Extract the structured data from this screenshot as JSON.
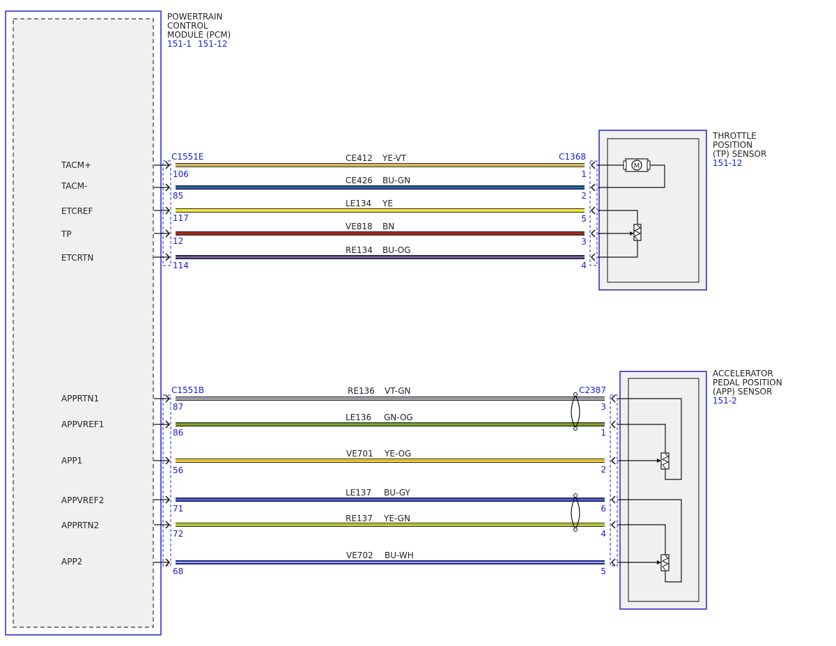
{
  "colors": {
    "border_blue": "#2222cc",
    "pin_blue": "#1a1ad6",
    "module_fill": "#f0f0f0",
    "wire_YE-VT": [
      "#f2e43c",
      "#a06ab0"
    ],
    "wire_BU-GN": [
      "#1b34d2",
      "#3aa23a"
    ],
    "wire_YE": [
      "#f4ea38"
    ],
    "wire_BN": [
      "#a02a22"
    ],
    "wire_BU-OG": [
      "#2632c4",
      "#e0882c"
    ],
    "wire_VT-GN": [
      "#c7a0d0",
      "#5aa85a"
    ],
    "wire_GN-OG": [
      "#4a9e2a",
      "#e48a2c"
    ],
    "wire_YE-OG": [
      "#f4e33a",
      "#ee9a2a"
    ],
    "wire_BU-GY": [
      "#1b2ed8",
      "#9a9aa6"
    ],
    "wire_YE-GN": [
      "#f4e33a",
      "#4aa03a"
    ],
    "wire_BU-WH": [
      "#1b2ed8",
      "#ffffff"
    ]
  },
  "pcm": {
    "title_lines": [
      "POWERTRAIN",
      "CONTROL",
      "MODULE (PCM)"
    ],
    "refs": [
      "151-1",
      "151-12"
    ]
  },
  "tp_sensor": {
    "title_lines": [
      "THROTTLE",
      "POSITION",
      "(TP) SENSOR"
    ],
    "ref": "151-12",
    "motor_label": "M"
  },
  "app_sensor": {
    "title_lines": [
      "ACCELERATOR",
      "PEDAL POSITION",
      "(APP) SENSOR"
    ],
    "ref": "151-2"
  },
  "group1": {
    "left_connector": "C1551E",
    "right_connector": "C1368",
    "wires": [
      {
        "signal": "TACM+",
        "circuit": "CE412",
        "color": "YE-VT",
        "pin_left": "106",
        "pin_right": "1"
      },
      {
        "signal": "TACM-",
        "circuit": "CE426",
        "color": "BU-GN",
        "pin_left": "85",
        "pin_right": "2"
      },
      {
        "signal": "ETCREF",
        "circuit": "LE134",
        "color": "YE",
        "pin_left": "117",
        "pin_right": "5"
      },
      {
        "signal": "TP",
        "circuit": "VE818",
        "color": "BN",
        "pin_left": "12",
        "pin_right": "3"
      },
      {
        "signal": "ETCRTN",
        "circuit": "RE134",
        "color": "BU-OG",
        "pin_left": "114",
        "pin_right": "4"
      }
    ]
  },
  "group2": {
    "left_connector": "C1551B",
    "right_connector": "C2387",
    "wires": [
      {
        "signal": "APPRTN1",
        "circuit": "RE136",
        "color": "VT-GN",
        "pin_left": "87",
        "pin_right": "3"
      },
      {
        "signal": "APPVREF1",
        "circuit": "LE136",
        "color": "GN-OG",
        "pin_left": "86",
        "pin_right": "1"
      },
      {
        "signal": "APP1",
        "circuit": "VE701",
        "color": "YE-OG",
        "pin_left": "56",
        "pin_right": "2"
      },
      {
        "signal": "APPVREF2",
        "circuit": "LE137",
        "color": "BU-GY",
        "pin_left": "71",
        "pin_right": "6"
      },
      {
        "signal": "APPRTN2",
        "circuit": "RE137",
        "color": "YE-GN",
        "pin_left": "72",
        "pin_right": "4"
      },
      {
        "signal": "APP2",
        "circuit": "VE702",
        "color": "BU-WH",
        "pin_left": "68",
        "pin_right": "5"
      }
    ]
  }
}
